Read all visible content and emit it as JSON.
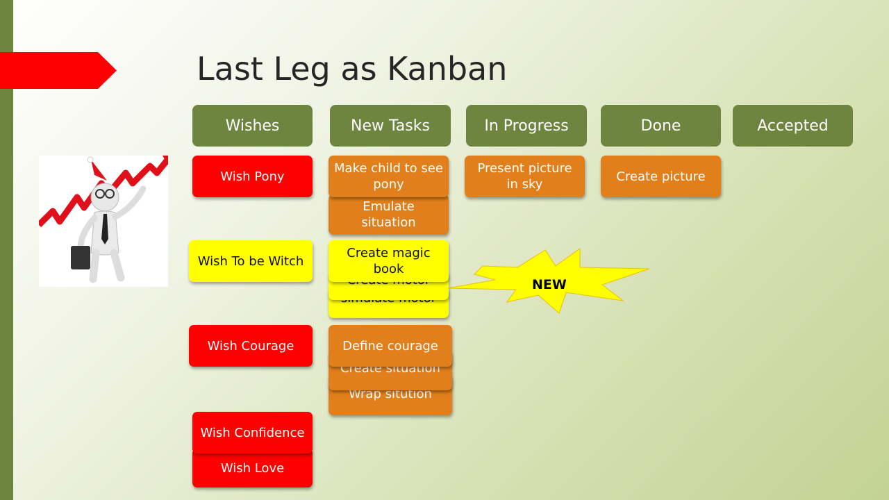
{
  "slide": {
    "title": "Last Leg as Kanban",
    "new_badge": "NEW",
    "accent_colors": {
      "green": "#6e8540",
      "red": "#ff0000",
      "orange": "#e07f1b",
      "yellow": "#ffff00"
    }
  },
  "columns": [
    "Wishes",
    "New Tasks",
    "In Progress",
    "Done",
    "Accepted"
  ],
  "cards": {
    "wish_pony": "Wish Pony",
    "make_child": "Make child to see pony",
    "emulate_situation": "Emulate situation",
    "present_picture": "Present picture in sky",
    "create_picture": "Create picture",
    "wish_witch": "Wish To be Witch",
    "create_magic_book": "Create magic book",
    "create_motor": "Create motor",
    "simulate_motor": "simulate motor",
    "wish_courage": "Wish Courage",
    "define_courage": "Define courage",
    "create_situation": "Create situation",
    "wrap_situation": "Wrap sitution",
    "wish_confidence": "Wish Confidence",
    "wish_love": "Wish Love"
  },
  "icons": {
    "figure": "businessman-chart-clipart-icon",
    "arrow": "red-arrow-icon",
    "burst": "starburst-icon"
  }
}
